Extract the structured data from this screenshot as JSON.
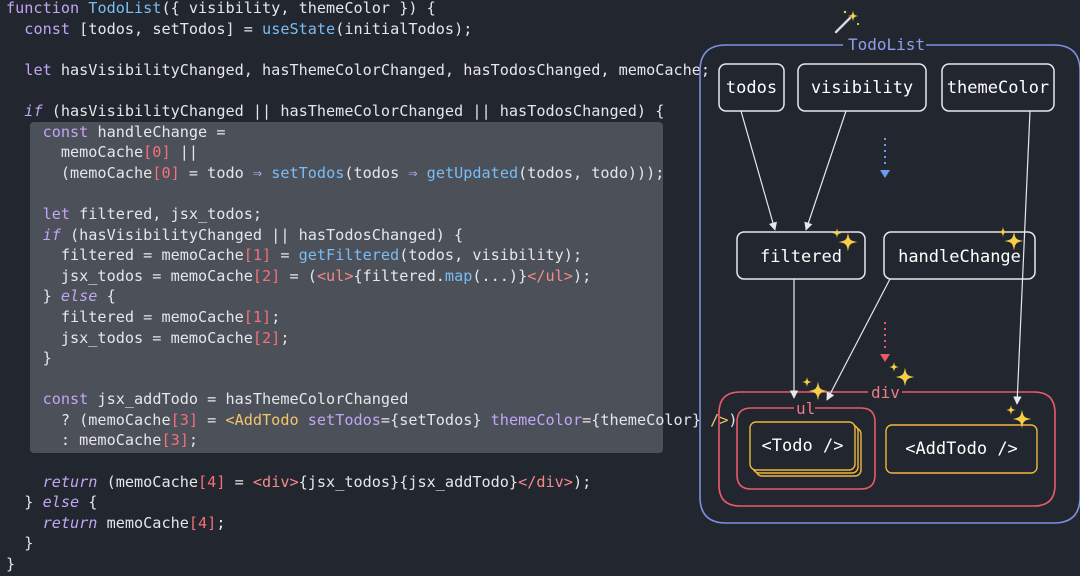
{
  "code_lines": [
    [
      [
        "kw",
        "function "
      ],
      [
        "fn",
        "TodoList"
      ],
      [
        "pl",
        "({ visibility, themeColor }) {"
      ]
    ],
    [
      [
        "pl",
        "  "
      ],
      [
        "kw",
        "const "
      ],
      [
        "pl",
        "[todos, setTodos] = "
      ],
      [
        "fn",
        "useState"
      ],
      [
        "pl",
        "(initialTodos);"
      ]
    ],
    [],
    [
      [
        "pl",
        "  "
      ],
      [
        "kw",
        "let "
      ],
      [
        "pl",
        "hasVisibilityChanged, hasThemeColorChanged, hasTodosChanged, memoCache;"
      ]
    ],
    [],
    [
      [
        "pl",
        "  "
      ],
      [
        "kwi",
        "if "
      ],
      [
        "pl",
        "(hasVisibilityChanged || hasThemeColorChanged || hasTodosChanged) {"
      ]
    ],
    [
      [
        "pl",
        "    "
      ],
      [
        "kw",
        "const "
      ],
      [
        "pl",
        "handleChange ="
      ]
    ],
    [
      [
        "pl",
        "      memoCache"
      ],
      [
        "num",
        "[0]"
      ],
      [
        "pl",
        " ||"
      ]
    ],
    [
      [
        "pl",
        "      (memoCache"
      ],
      [
        "num",
        "[0]"
      ],
      [
        "pl",
        " = todo "
      ],
      [
        "op",
        "⇒ "
      ],
      [
        "fn",
        "setTodos"
      ],
      [
        "pl",
        "(todos "
      ],
      [
        "op",
        "⇒ "
      ],
      [
        "fn",
        "getUpdated"
      ],
      [
        "pl",
        "(todos, todo)));"
      ]
    ],
    [],
    [
      [
        "pl",
        "    "
      ],
      [
        "kw",
        "let "
      ],
      [
        "pl",
        "filtered, jsx_todos;"
      ]
    ],
    [
      [
        "pl",
        "    "
      ],
      [
        "kwi",
        "if "
      ],
      [
        "pl",
        "(hasVisibilityChanged || hasTodosChanged) {"
      ]
    ],
    [
      [
        "pl",
        "      filtered = memoCache"
      ],
      [
        "num",
        "[1]"
      ],
      [
        "pl",
        " = "
      ],
      [
        "fn",
        "getFiltered"
      ],
      [
        "pl",
        "(todos, visibility);"
      ]
    ],
    [
      [
        "pl",
        "      jsx_todos = memoCache"
      ],
      [
        "num",
        "[2]"
      ],
      [
        "pl",
        " = ("
      ],
      [
        "tag",
        "<ul>"
      ],
      [
        "pl",
        "{filtered."
      ],
      [
        "fn",
        "map"
      ],
      [
        "pl",
        "(...)}"
      ],
      [
        "tag",
        "</ul>"
      ],
      [
        "pl",
        ");"
      ]
    ],
    [
      [
        "pl",
        "    } "
      ],
      [
        "kwi",
        "else "
      ],
      [
        "pl",
        "{"
      ]
    ],
    [
      [
        "pl",
        "      filtered = memoCache"
      ],
      [
        "num",
        "[1]"
      ],
      [
        "pl",
        ";"
      ]
    ],
    [
      [
        "pl",
        "      jsx_todos = memoCache"
      ],
      [
        "num",
        "[2]"
      ],
      [
        "pl",
        ";"
      ]
    ],
    [
      [
        "pl",
        "    }"
      ]
    ],
    [],
    [
      [
        "pl",
        "    "
      ],
      [
        "kw",
        "const "
      ],
      [
        "pl",
        "jsx_addTodo = hasThemeColorChanged"
      ]
    ],
    [
      [
        "pl",
        "      ? (memoCache"
      ],
      [
        "num",
        "[3]"
      ],
      [
        "pl",
        " = "
      ],
      [
        "comp",
        "<AddTodo "
      ],
      [
        "attr",
        "setTodos"
      ],
      [
        "pl",
        "={setTodos} "
      ],
      [
        "attr",
        "themeColor"
      ],
      [
        "pl",
        "={themeColor} "
      ],
      [
        "comp",
        "/>"
      ],
      [
        "pl",
        ")"
      ]
    ],
    [
      [
        "pl",
        "      : memoCache"
      ],
      [
        "num",
        "[3]"
      ],
      [
        "pl",
        ";"
      ]
    ],
    [],
    [
      [
        "pl",
        "    "
      ],
      [
        "kwi",
        "return "
      ],
      [
        "pl",
        "(memoCache"
      ],
      [
        "num",
        "[4]"
      ],
      [
        "pl",
        " = "
      ],
      [
        "tag",
        "<div>"
      ],
      [
        "pl",
        "{jsx_todos}{jsx_addTodo}"
      ],
      [
        "tag",
        "</div>"
      ],
      [
        "pl",
        ");"
      ]
    ],
    [
      [
        "pl",
        "  } "
      ],
      [
        "kwi",
        "else "
      ],
      [
        "pl",
        "{"
      ]
    ],
    [
      [
        "pl",
        "    "
      ],
      [
        "kwi",
        "return "
      ],
      [
        "pl",
        "memoCache"
      ],
      [
        "num",
        "[4]"
      ],
      [
        "pl",
        ";"
      ]
    ],
    [
      [
        "pl",
        "  }"
      ]
    ],
    [
      [
        "pl",
        "}"
      ]
    ]
  ],
  "diagram": {
    "component_label": "TodoList",
    "nodes": {
      "todos": "todos",
      "visibility": "visibility",
      "themeColor": "themeColor",
      "filtered": "filtered",
      "handleChange": "handleChange",
      "todo": "<Todo />",
      "addTodo": "<AddTodo />"
    },
    "groups": {
      "div": "div",
      "ul": "ul"
    },
    "icons": [
      "magic-wand-icon",
      "sparkle-icon"
    ],
    "colors": {
      "component_border": "#7f8fe0",
      "div_border": "#e85a6a",
      "todo_border": "#f0b73c",
      "sparkle": "#f6cf45",
      "arrow_blue": "#6b9cf0",
      "arrow_red": "#e85a6a"
    }
  }
}
